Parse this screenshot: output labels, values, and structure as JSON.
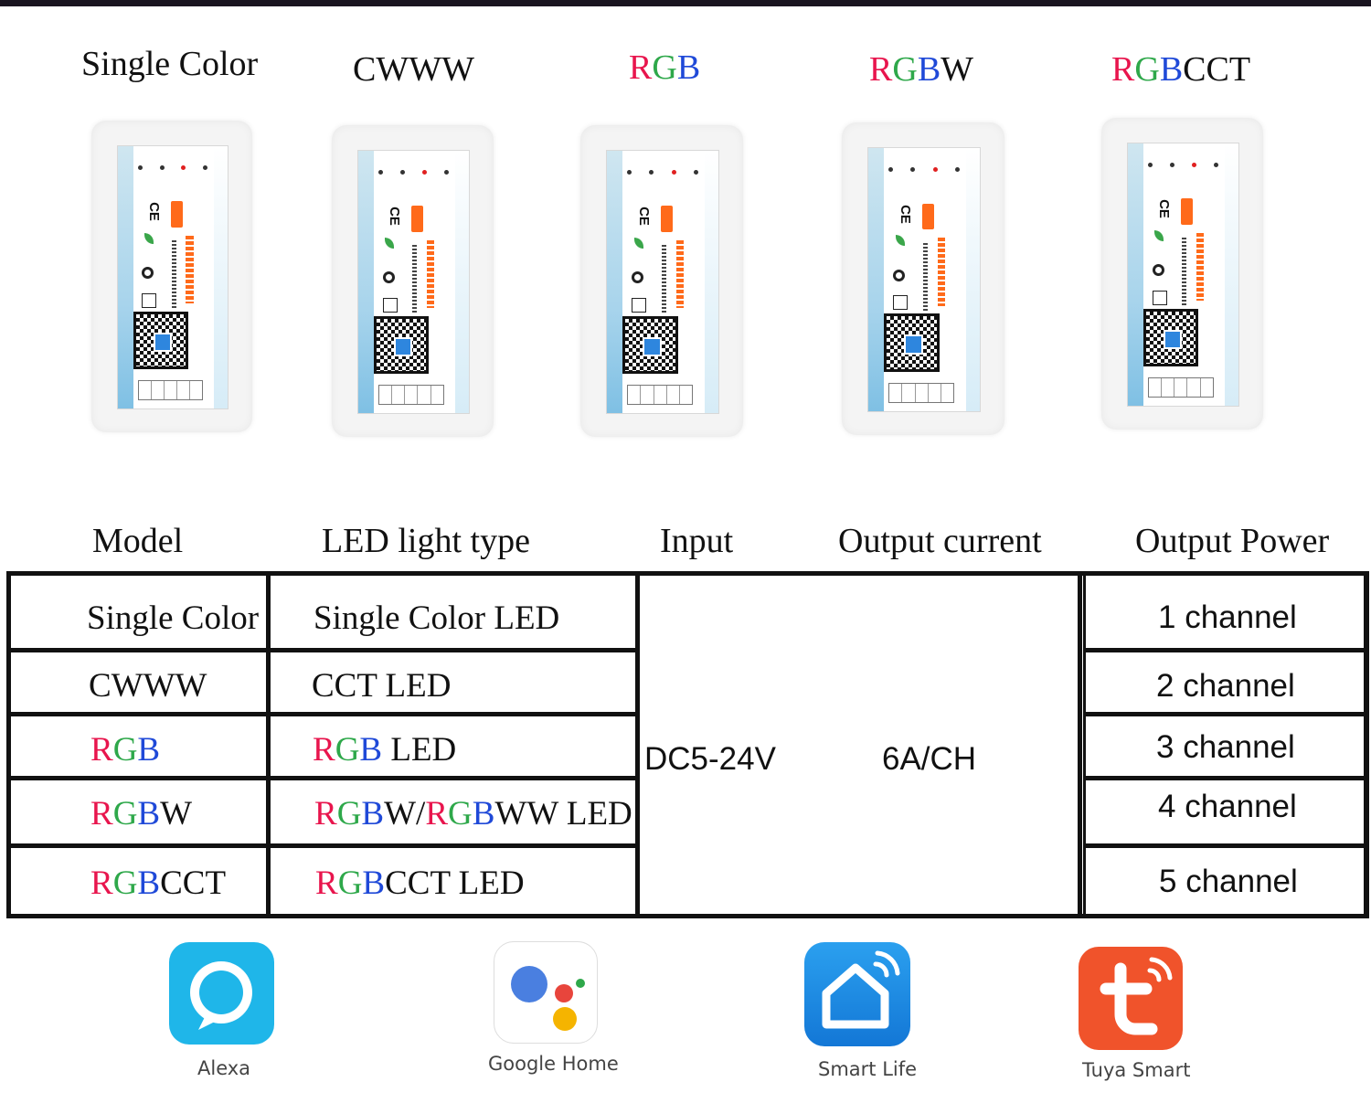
{
  "products": [
    {
      "title_parts": [
        {
          "text": "Single Color",
          "color": "#111111"
        }
      ]
    },
    {
      "title_parts": [
        {
          "text": "CWWW",
          "color": "#111111"
        }
      ]
    },
    {
      "title_parts": [
        {
          "text": "R",
          "color": "#e8154d"
        },
        {
          "text": "G",
          "color": "#2ea84a"
        },
        {
          "text": "B",
          "color": "#1f49d8"
        }
      ]
    },
    {
      "title_parts": [
        {
          "text": "R",
          "color": "#e8154d"
        },
        {
          "text": "G",
          "color": "#2ea84a"
        },
        {
          "text": "B",
          "color": "#1f49d8"
        },
        {
          "text": "W",
          "color": "#111111"
        }
      ]
    },
    {
      "title_parts": [
        {
          "text": "R",
          "color": "#e8154d"
        },
        {
          "text": "G",
          "color": "#2ea84a"
        },
        {
          "text": "B",
          "color": "#1f49d8"
        },
        {
          "text": "CCT",
          "color": "#111111"
        }
      ]
    }
  ],
  "table": {
    "headers": {
      "model": "Model",
      "led_type": "LED light type",
      "input": "Input",
      "output_current": "Output current",
      "output_power": "Output Power"
    },
    "rows": [
      {
        "model": [
          {
            "text": "Single Color",
            "color": "#111111"
          }
        ],
        "led": [
          {
            "text": "Single Color LED",
            "color": "#111111"
          }
        ],
        "power": "1 channel"
      },
      {
        "model": [
          {
            "text": "CWWW",
            "color": "#111111"
          }
        ],
        "led": [
          {
            "text": "CCT LED",
            "color": "#111111"
          }
        ],
        "power": "2 channel"
      },
      {
        "model": [
          {
            "text": "R",
            "color": "#e8154d"
          },
          {
            "text": "G",
            "color": "#2ea84a"
          },
          {
            "text": "B",
            "color": "#1f49d8"
          }
        ],
        "led": [
          {
            "text": "R",
            "color": "#e8154d"
          },
          {
            "text": "G",
            "color": "#2ea84a"
          },
          {
            "text": "B",
            "color": "#1f49d8"
          },
          {
            "text": " LED",
            "color": "#111111"
          }
        ],
        "power": "3 channel"
      },
      {
        "model": [
          {
            "text": "R",
            "color": "#e8154d"
          },
          {
            "text": "G",
            "color": "#2ea84a"
          },
          {
            "text": "B",
            "color": "#1f49d8"
          },
          {
            "text": "W",
            "color": "#111111"
          }
        ],
        "led": [
          {
            "text": "R",
            "color": "#e8154d"
          },
          {
            "text": "G",
            "color": "#2ea84a"
          },
          {
            "text": "B",
            "color": "#1f49d8"
          },
          {
            "text": "W/",
            "color": "#111111"
          },
          {
            "text": "R",
            "color": "#e8154d"
          },
          {
            "text": "G",
            "color": "#2ea84a"
          },
          {
            "text": "B",
            "color": "#1f49d8"
          },
          {
            "text": "WW LED",
            "color": "#111111"
          }
        ],
        "power": "4 channel"
      },
      {
        "model": [
          {
            "text": "R",
            "color": "#e8154d"
          },
          {
            "text": "G",
            "color": "#2ea84a"
          },
          {
            "text": "B",
            "color": "#1f49d8"
          },
          {
            "text": "CCT",
            "color": "#111111"
          }
        ],
        "led": [
          {
            "text": "R",
            "color": "#e8154d"
          },
          {
            "text": "G",
            "color": "#2ea84a"
          },
          {
            "text": "B",
            "color": "#1f49d8"
          },
          {
            "text": "CCT LED",
            "color": "#111111"
          }
        ],
        "power": "5 channel"
      }
    ],
    "input_value": "DC5-24V",
    "current_value": "6A/CH"
  },
  "apps": [
    {
      "name": "Alexa",
      "icon": "alexa-icon",
      "color": "#1fb6e9"
    },
    {
      "name": "Google Home",
      "icon": "google-assistant-icon",
      "color": "#ffffff"
    },
    {
      "name": "Smart Life",
      "icon": "smart-life-icon",
      "color": "#1a8fe0"
    },
    {
      "name": "Tuya Smart",
      "icon": "tuya-smart-icon",
      "color": "#f0532b"
    }
  ]
}
